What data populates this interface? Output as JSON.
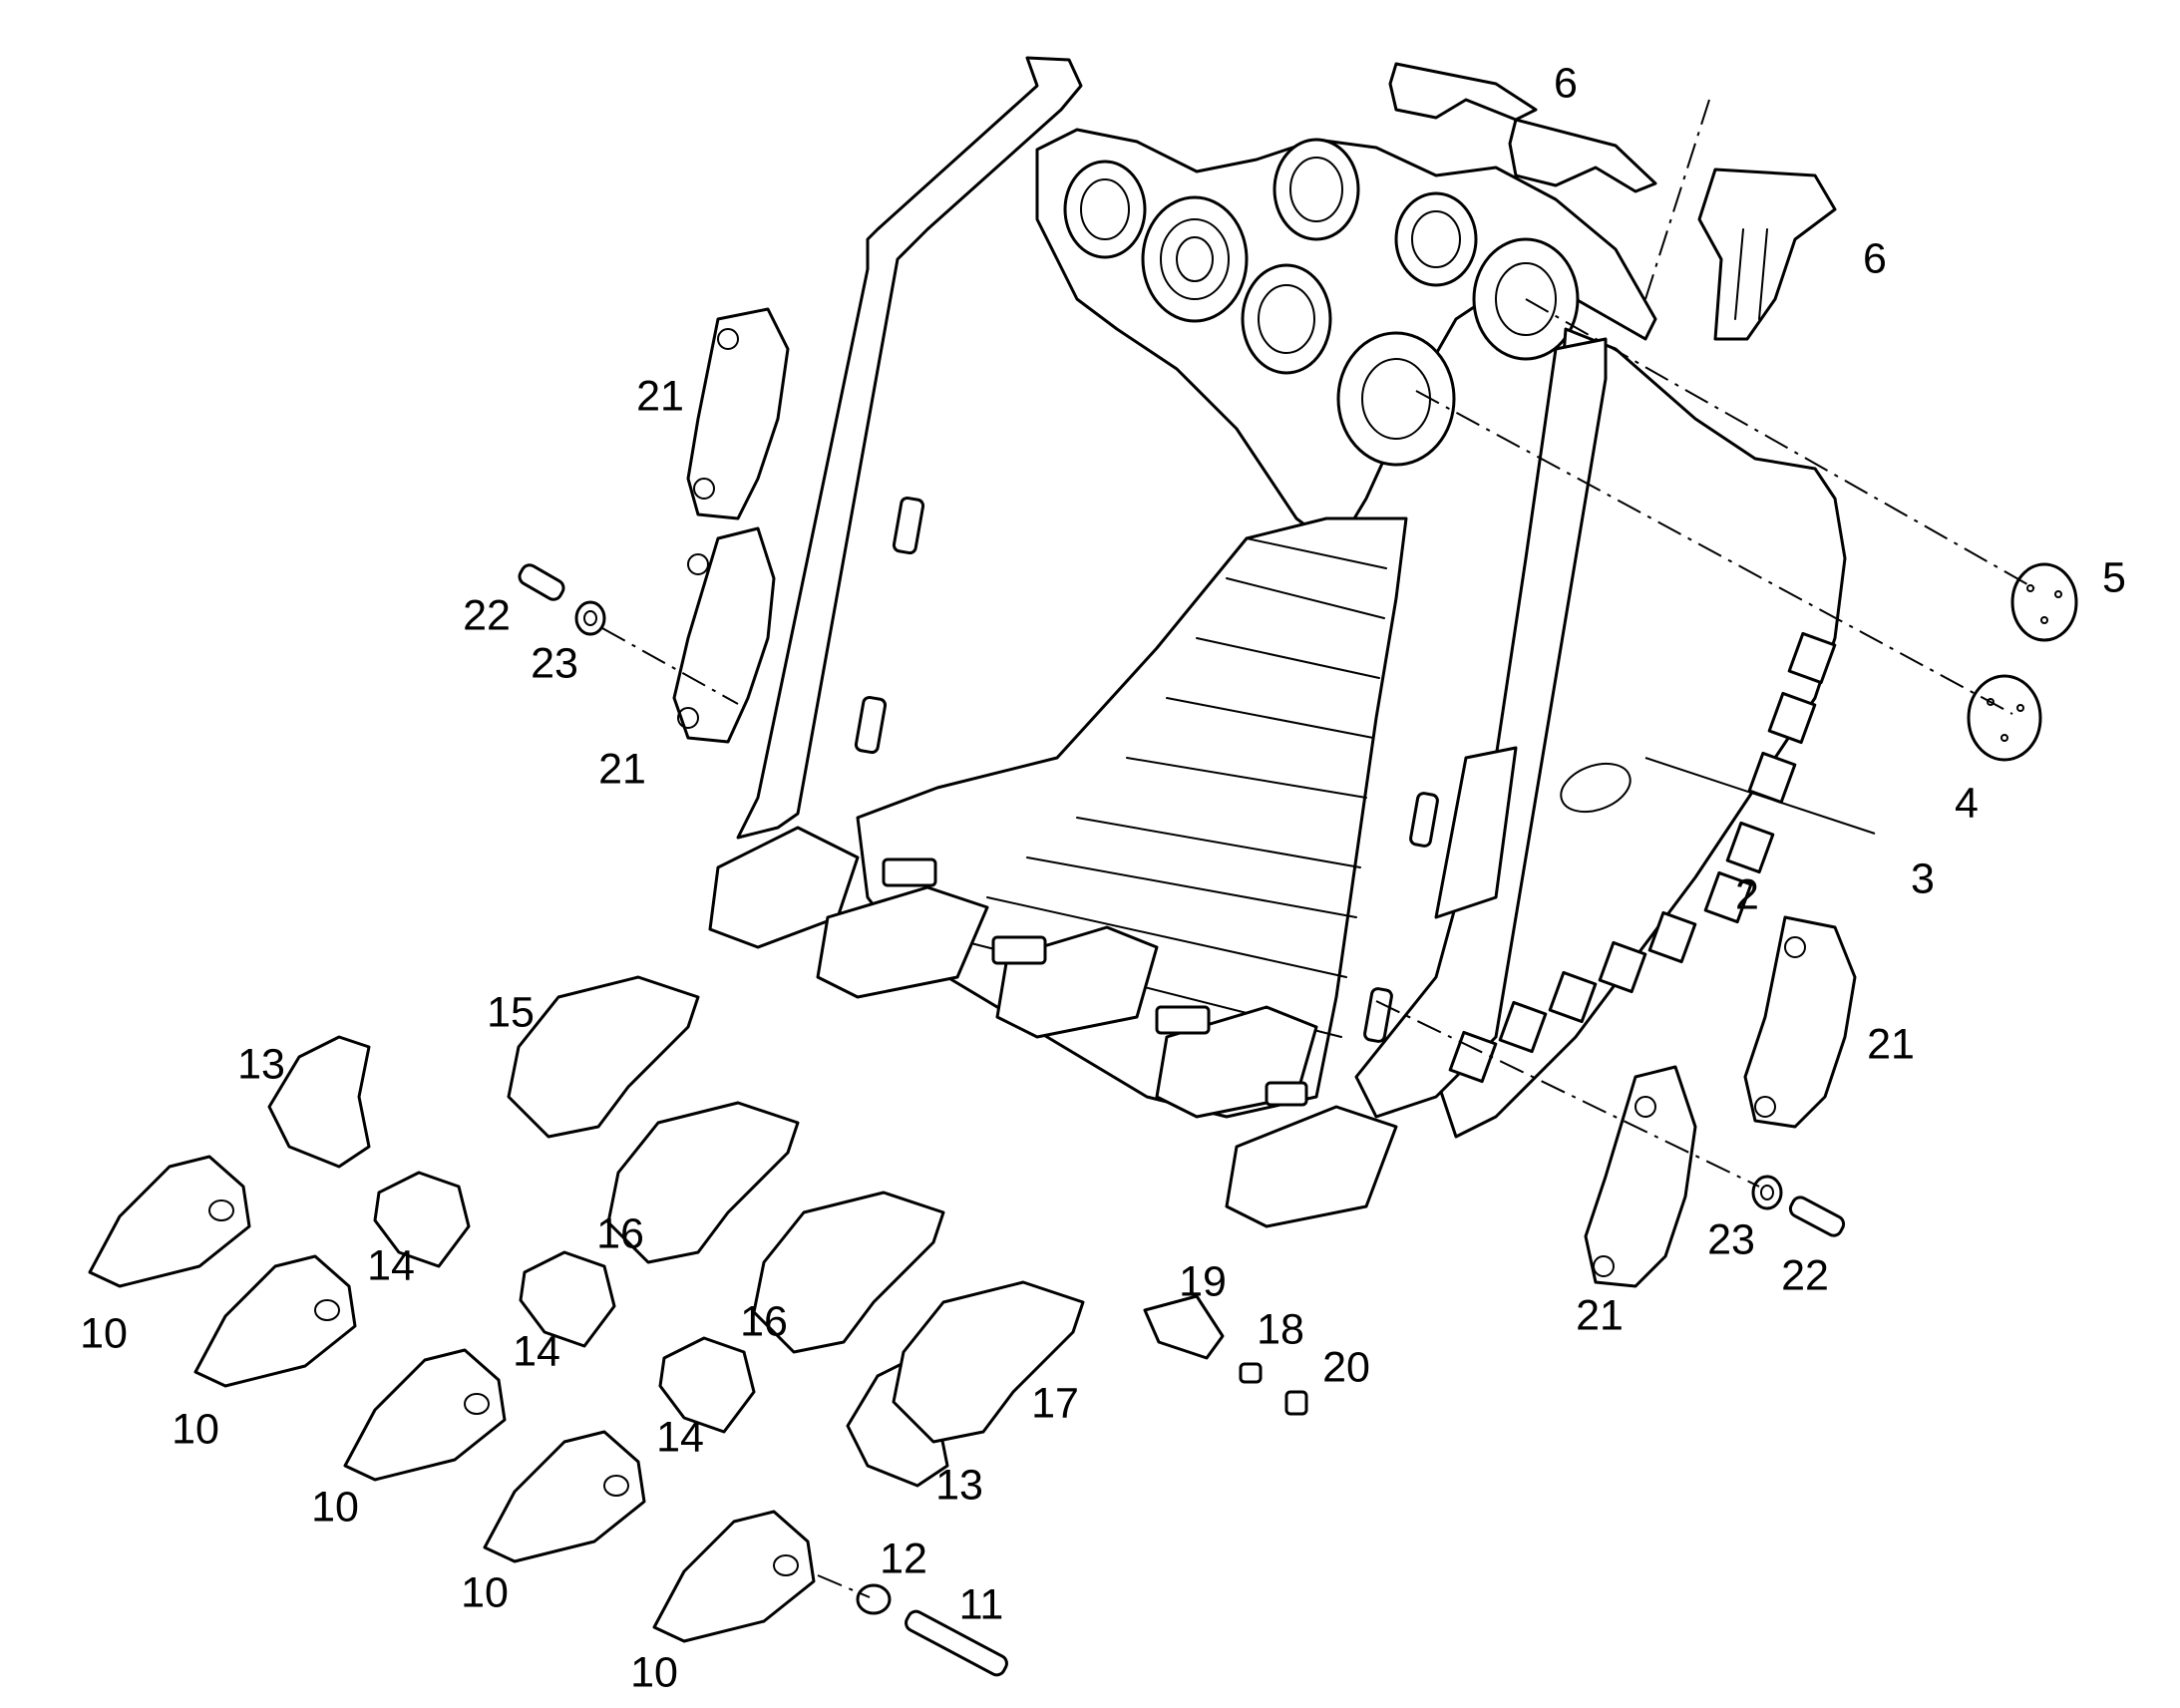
{
  "diagram": {
    "callouts": [
      {
        "id": "c-6a",
        "text": "6"
      },
      {
        "id": "c-6b",
        "text": "6"
      },
      {
        "id": "c-21a",
        "text": "21"
      },
      {
        "id": "c-22a",
        "text": "22"
      },
      {
        "id": "c-23a",
        "text": "23"
      },
      {
        "id": "c-21b",
        "text": "21"
      },
      {
        "id": "c-5",
        "text": "5"
      },
      {
        "id": "c-4",
        "text": "4"
      },
      {
        "id": "c-3",
        "text": "3"
      },
      {
        "id": "c-2",
        "text": "2"
      },
      {
        "id": "c-15",
        "text": "15"
      },
      {
        "id": "c-13a",
        "text": "13"
      },
      {
        "id": "c-16a",
        "text": "16"
      },
      {
        "id": "c-14a",
        "text": "14"
      },
      {
        "id": "c-10a",
        "text": "10"
      },
      {
        "id": "c-16b",
        "text": "16"
      },
      {
        "id": "c-10b",
        "text": "10"
      },
      {
        "id": "c-14b",
        "text": "14"
      },
      {
        "id": "c-10c",
        "text": "10"
      },
      {
        "id": "c-14c",
        "text": "14"
      },
      {
        "id": "c-17",
        "text": "17"
      },
      {
        "id": "c-19",
        "text": "19"
      },
      {
        "id": "c-18",
        "text": "18"
      },
      {
        "id": "c-20",
        "text": "20"
      },
      {
        "id": "c-13b",
        "text": "13"
      },
      {
        "id": "c-12",
        "text": "12"
      },
      {
        "id": "c-11",
        "text": "11"
      },
      {
        "id": "c-10d",
        "text": "10"
      },
      {
        "id": "c-10e",
        "text": "10"
      },
      {
        "id": "c-21c",
        "text": "21"
      },
      {
        "id": "c-23b",
        "text": "23"
      },
      {
        "id": "c-22b",
        "text": "22"
      },
      {
        "id": "c-21d",
        "text": "21"
      }
    ]
  }
}
